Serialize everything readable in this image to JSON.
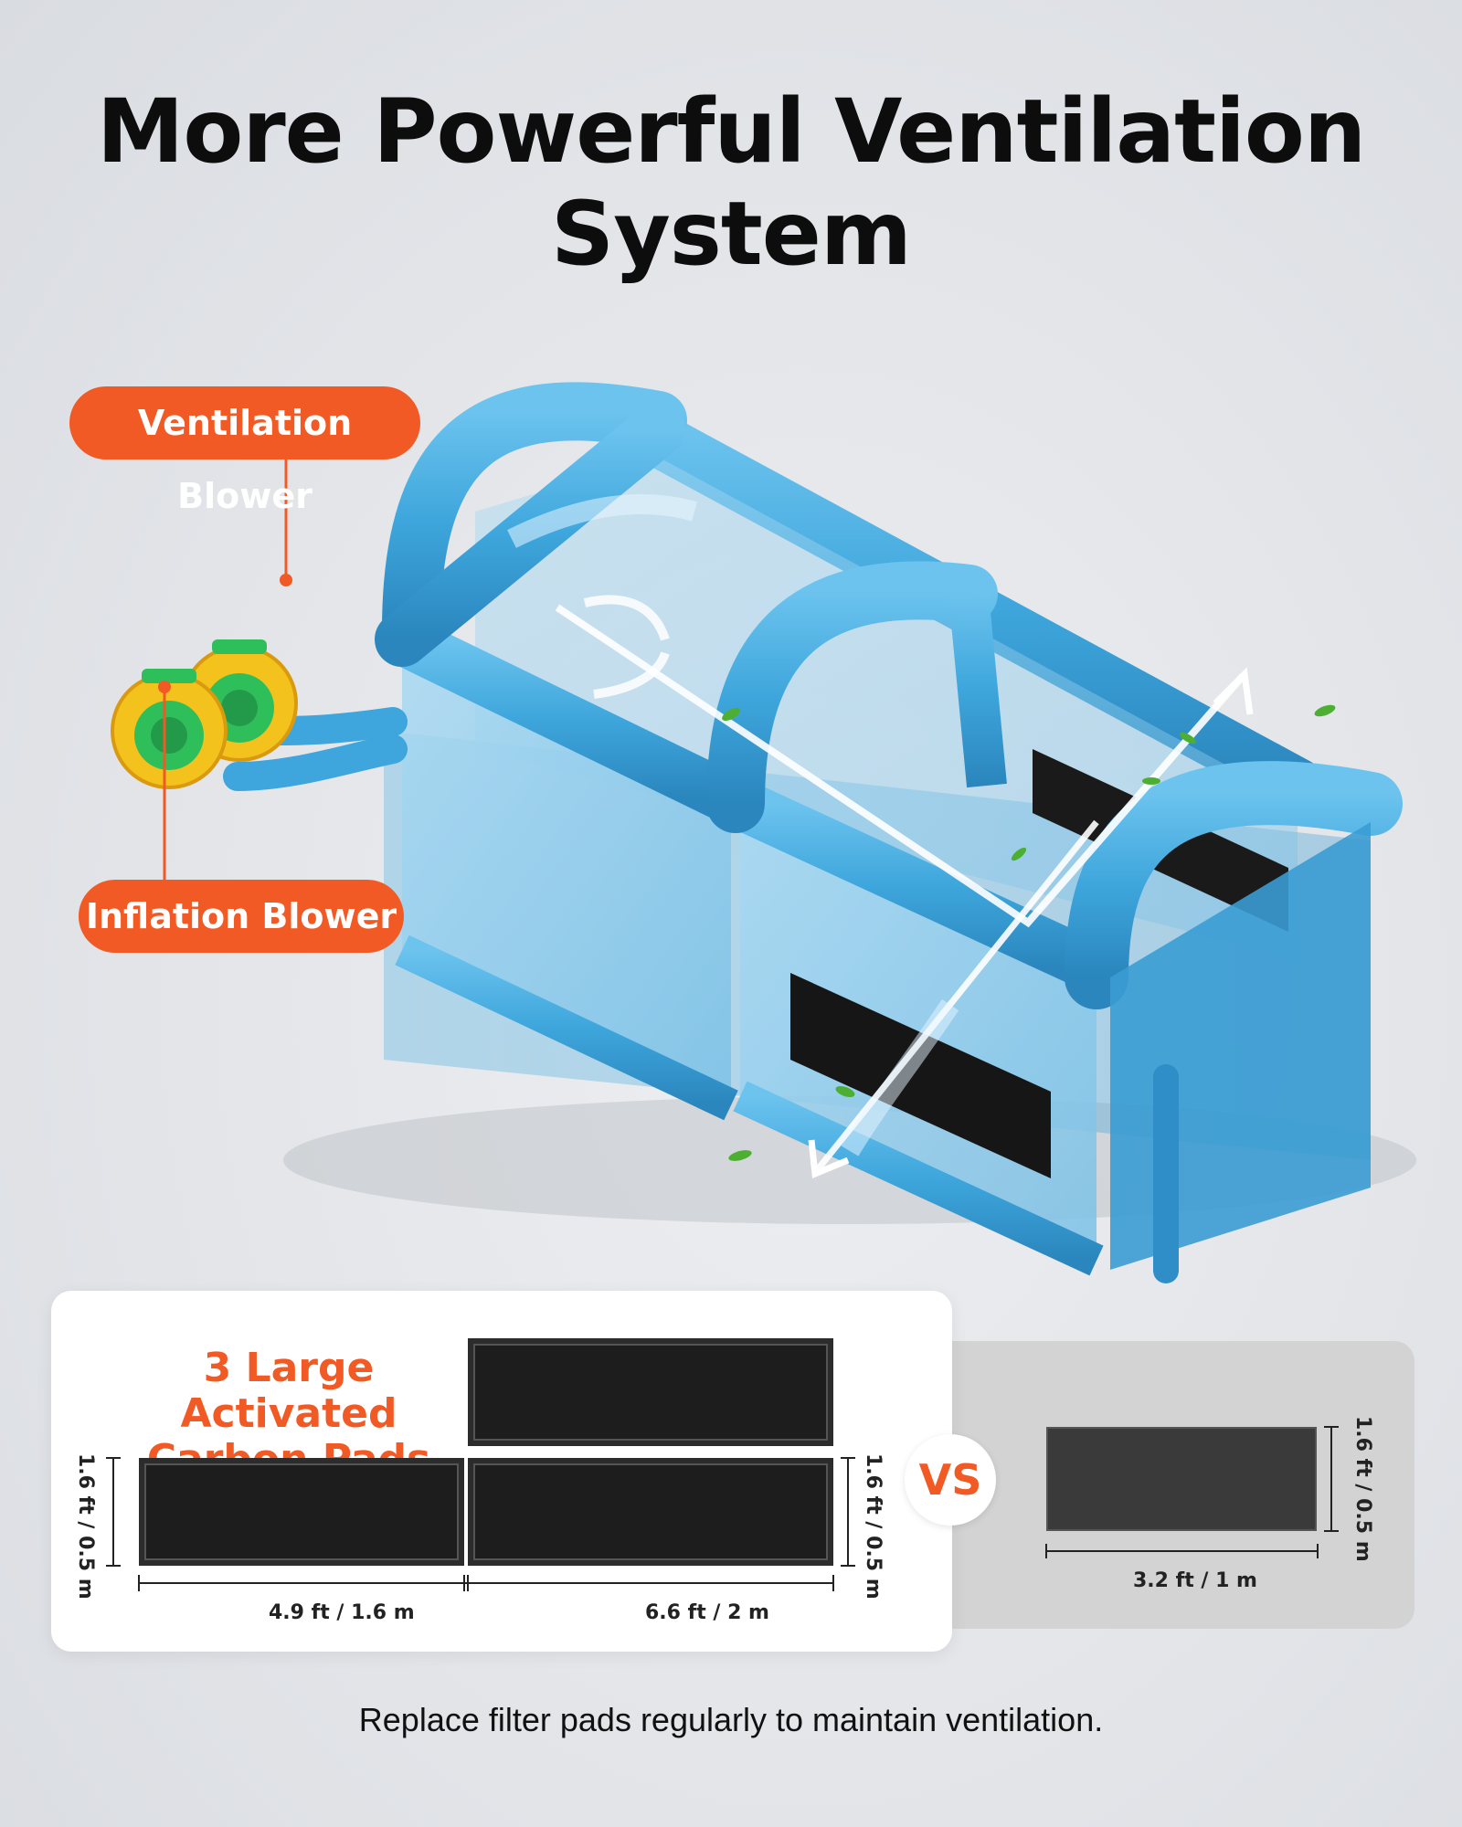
{
  "title": "More Powerful Ventilation System",
  "callouts": {
    "ventilation_blower": "Ventilation Blower",
    "inflation_blower": "Inflation Blower"
  },
  "carbon": {
    "title_line1": "3 Large Activated",
    "title_line2": "Carbon Pads",
    "height_label": "1.6 ft / 0.5 m",
    "width_small": "4.9 ft / 1.6 m",
    "width_large": "6.6 ft / 2 m"
  },
  "vs": "VS",
  "competitor": {
    "height_label": "1.6 ft / 0.5 m",
    "width_label": "3.2 ft / 1 m"
  },
  "footer": "Replace filter pads regularly to maintain ventilation.",
  "colors": {
    "accent": "#f15a24",
    "tent_blue": "#3ea6dc",
    "blower_yellow": "#f4c21c",
    "blower_green": "#2fbf5a"
  }
}
